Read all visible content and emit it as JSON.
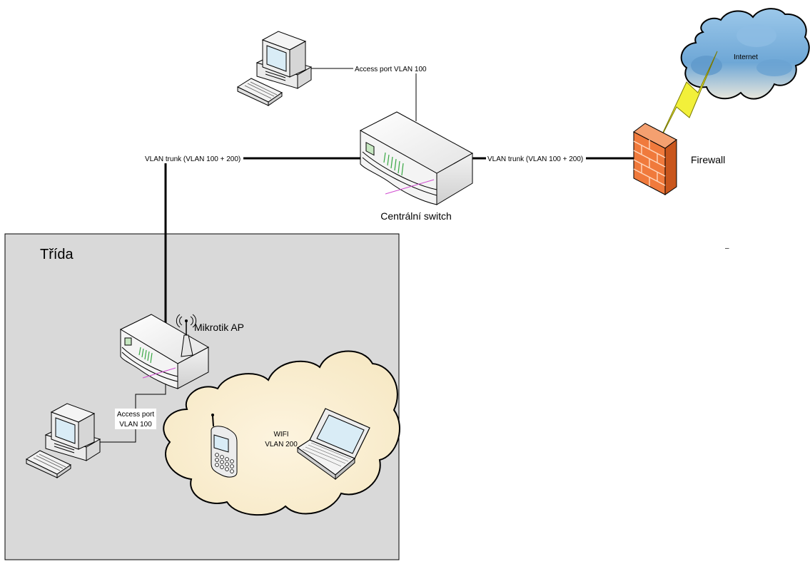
{
  "classroom": {
    "title": "Třída"
  },
  "devices": {
    "switch_label": "Centrální switch",
    "firewall_label": "Firewall",
    "internet_label": "Internet",
    "ap_label": "Mikrotik AP"
  },
  "links": {
    "pc_top_access": "Access port VLAN 100",
    "trunk_left": "VLAN trunk (VLAN 100 + 200)",
    "trunk_right": "VLAN trunk (VLAN 100 + 200)",
    "pc_bottom_access_line1": "Access port",
    "pc_bottom_access_line2": "VLAN 100"
  },
  "wifi": {
    "line1": "WIFI",
    "line2": "VLAN 200"
  },
  "stray_mark": "–",
  "colors": {
    "classroom_fill": "#d9d9d9",
    "cloud_wifi_fill": "#fdf2d9",
    "cloud_internet_fill": "#7fb3dd",
    "firewall_fill": "#f07a3c",
    "lightning_fill": "#f2f03a",
    "port_green": "#3aa845",
    "port_magenta": "#d04ad0"
  }
}
